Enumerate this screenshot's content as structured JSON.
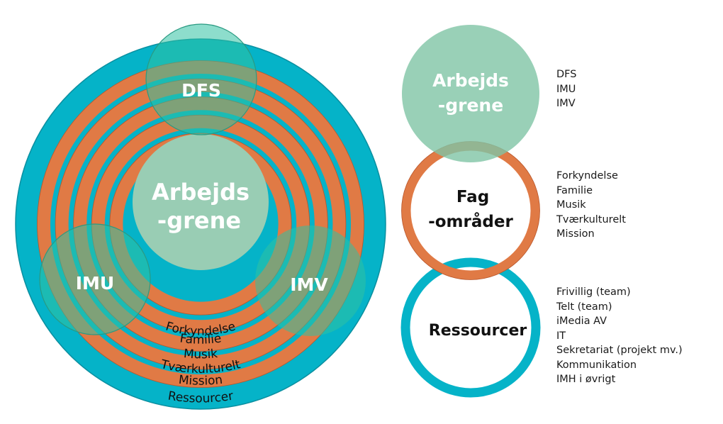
{
  "colors": {
    "teal": "#05B3C8",
    "orange": "#E07A45",
    "orange_edge": "#B8552A",
    "light_green": "#99CDB4",
    "overlap_green": "#3DC4A6",
    "text_dark": "#111111"
  },
  "left_diagram": {
    "center_label_line1": "Arbejds",
    "center_label_line2": "-grene",
    "branches": [
      {
        "label": "DFS"
      },
      {
        "label": "IMU"
      },
      {
        "label": "IMV"
      }
    ],
    "ring_labels": [
      "Forkyndelse",
      "Familie",
      "Musik",
      "Tværkulturelt",
      "Mission"
    ],
    "outer_label": "Ressourcer"
  },
  "right_diagram": {
    "circles": [
      {
        "label_line1": "Arbejds",
        "label_line2": "-grene",
        "items": [
          "DFS",
          "IMU",
          "IMV"
        ]
      },
      {
        "label_line1": "Fag",
        "label_line2": "-områder",
        "items": [
          "Forkyndelse",
          "Familie",
          "Musik",
          "Tværkulturelt",
          "Mission"
        ]
      },
      {
        "label_line1": "Ressourcer",
        "label_line2": "",
        "items": [
          "Frivillig (team)",
          "Telt (team)",
          "iMedia AV",
          "IT",
          "Sekretariat (projekt mv.)",
          "Kommunikation",
          "IMH i øvrigt"
        ]
      }
    ]
  }
}
